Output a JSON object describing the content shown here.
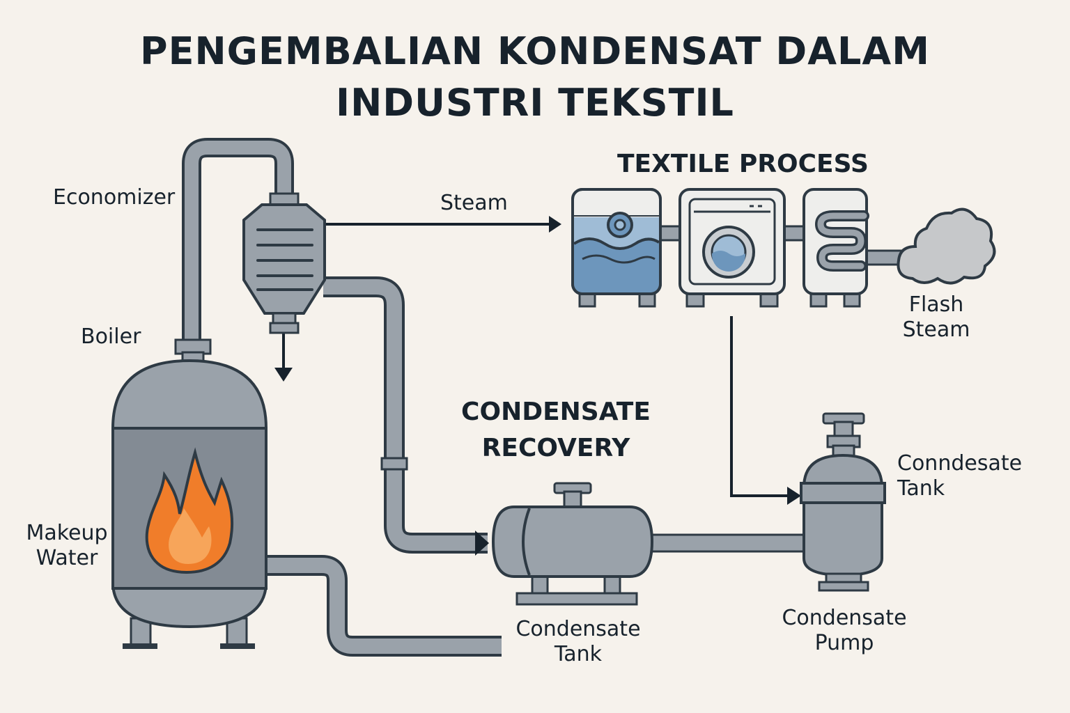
{
  "title": {
    "line1": "PENGEMBALIAN KONDENSAT DALAM",
    "line2": "INDUSTRI TEKSTIL"
  },
  "sections": {
    "textile_process": "TEXTILE PROCESS",
    "condensate_recovery_line1": "CONDENSATE",
    "condensate_recovery_line2": "RECOVERY"
  },
  "labels": {
    "economizer": "Economizer",
    "steam": "Steam",
    "boiler": "Boiler",
    "makeup_water_line1": "Makeup",
    "makeup_water_line2": "Water",
    "flash_steam_line1": "Flash",
    "flash_steam_line2": "Steam",
    "condensate_tank_right_line1": "Conndesate",
    "condensate_tank_right_line2": "Tank",
    "condensate_tank_bottom_line1": "Condensate",
    "condensate_tank_bottom_line2": "Tank",
    "condensate_pump_line1": "Condensate",
    "condensate_pump_line2": "Pump"
  },
  "colors": {
    "background": "#f6f2ec",
    "outline": "#2e3a44",
    "steel": "#9aa2aa",
    "water": "#6d96bc",
    "flame": "#f07d2a",
    "machine_panel": "#eeeeec"
  },
  "icons": {
    "boiler": "boiler-flame-icon",
    "washer": "washing-machine-icon",
    "dye_tank": "dye-tank-icon",
    "dryer": "coil-dryer-icon",
    "cloud": "flash-steam-cloud-icon"
  }
}
